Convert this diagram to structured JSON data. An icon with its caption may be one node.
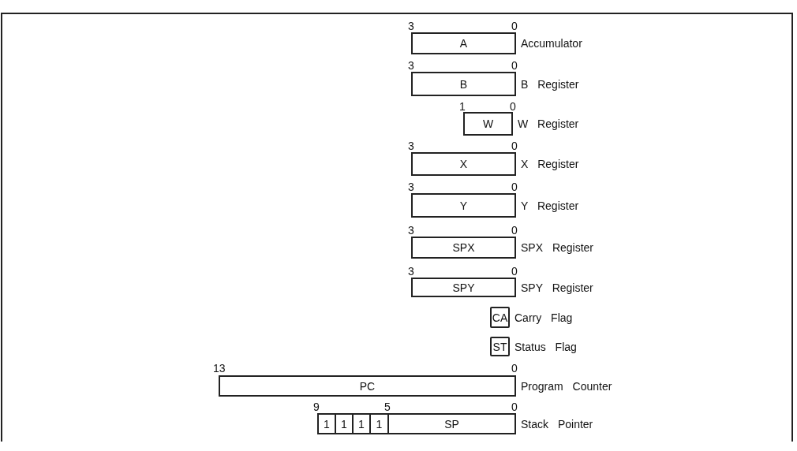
{
  "diagram": {
    "nodes": [
      {
        "text": [
          "A"
        ],
        "beside": [
          "Accumulator"
        ]
      },
      {
        "text": [
          "B"
        ],
        "beside": [
          "B Register"
        ]
      },
      {
        "text": [
          "W"
        ],
        "beside": [
          "W Register"
        ]
      },
      {
        "text": [
          "X"
        ],
        "beside": [
          "X Register"
        ]
      },
      {
        "text": [
          "Y"
        ],
        "beside": [
          "Y Register"
        ]
      },
      {
        "text": [
          "SPX"
        ],
        "beside": [
          "SPX Register"
        ]
      },
      {
        "text": [
          "SPY"
        ],
        "beside": [
          "SPY Register"
        ]
      },
      {
        "text": [
          "CA"
        ],
        "beside": [
          "Carry Flag"
        ]
      },
      {
        "text": [
          "ST"
        ],
        "beside": [
          "Status Flag"
        ]
      },
      {
        "text": [
          "PC"
        ],
        "beside": [
          "Program Counter"
        ]
      },
      {
        "text": [
          "1"
        ]
      },
      {
        "text": [
          "1"
        ]
      },
      {
        "text": [
          "1"
        ]
      },
      {
        "text": [
          "1"
        ]
      },
      {
        "text": [
          "SP"
        ],
        "beside": [
          "Stack Pointer"
        ]
      }
    ],
    "edges": [],
    "labels": [
      "3",
      "0",
      "3",
      "0",
      "1",
      "0",
      "3",
      "0",
      "3",
      "0",
      "3",
      "0",
      "3",
      "0",
      "13",
      "0",
      "9",
      "5",
      "0"
    ]
  }
}
